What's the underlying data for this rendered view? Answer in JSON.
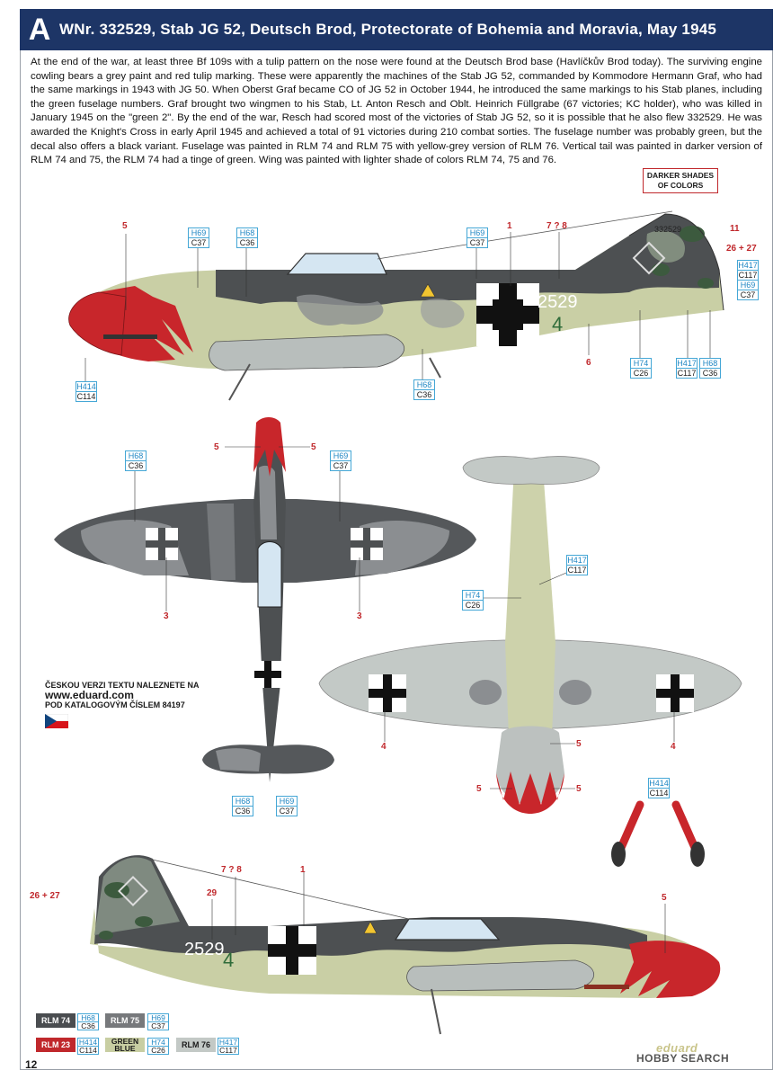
{
  "header": {
    "letter": "A",
    "title": "WNr. 332529, Stab JG 52, Deutsch Brod, Protectorate of Bohemia and Moravia, May 1945"
  },
  "description": "At the end of the war, at least three Bf 109s with a tulip pattern on the nose were found at the Deutsch Brod base (Havlíčkův Brod today). The surviving engine cowling bears a grey paint and red tulip marking. These were apparently the machines of the Stab JG 52, commanded by Kommodore Hermann Graf, who had the same markings in 1943 with JG 50. When Oberst Graf became CO of JG 52 in October 1944, he introduced the same markings to his Stab planes, including the green fuselage numbers. Graf brought two wingmen to his Stab, Lt. Anton Resch and Oblt. Heinrich Füllgrabe (67 victories; KC holder), who was killed in January 1945 on the \"green 2\". By the end of the war, Resch had scored most of the victories of Stab JG 52, so it is possible that he also flew 332529. He was awarded the Knight's Cross in early April 1945 and achieved a total of 91 victories during 210 combat sorties. The fuselage number was probably green, but the decal also offers a black variant. Fuselage was painted in RLM 74 and RLM 75 with yellow-grey version of RLM 76. Vertical tail was painted in darker version of RLM 74 and 75, the RLM 74 had a tinge of green. Wing was painted with lighter shade of colors RLM 74, 75 and 76.",
  "darker_note": "DARKER SHADES OF COLORS",
  "fuselage_number": "2529",
  "fuselage_code": "4",
  "tail_serial": "332529",
  "czech_note": {
    "line1": "ČESKOU VERZI TEXTU NALEZNETE NA",
    "url": "www.eduard.com",
    "line2": "POD KATALOGOVÝM ČÍSLEM 84197"
  },
  "callouts": {
    "h69": "H69",
    "c37": "C37",
    "h68": "H68",
    "c36": "C36",
    "h74": "H74",
    "c26": "C26",
    "h417": "H417",
    "c117": "C117",
    "h414": "H414",
    "c114": "C114"
  },
  "numbers": {
    "n1": "1",
    "n3": "3",
    "n4": "4",
    "n5": "5",
    "n6": "6",
    "n11": "11",
    "n29": "29",
    "n78": "7 ? 8",
    "n2627": "26 + 27"
  },
  "legend": [
    {
      "label": "RLM 74",
      "h": "H68",
      "c": "C36",
      "color": "#4a4d50"
    },
    {
      "label": "RLM 75",
      "h": "H69",
      "c": "C37",
      "color": "#77797c"
    },
    {
      "label": "RLM 23",
      "h": "H414",
      "c": "C114",
      "color": "#c0282c"
    },
    {
      "label": "GREEN BLUE",
      "h": "H74",
      "c": "C26",
      "color": "#c8cea2"
    },
    {
      "label": "RLM 76",
      "h": "H417",
      "c": "C117",
      "color": "#c3c9c6"
    }
  ],
  "page_number": "12",
  "brand": {
    "top": "eduard",
    "bottom": "HOBBY SEARCH"
  },
  "colors": {
    "header": "#1d3566",
    "red": "#c0282c",
    "callout": "#45a7d6"
  }
}
